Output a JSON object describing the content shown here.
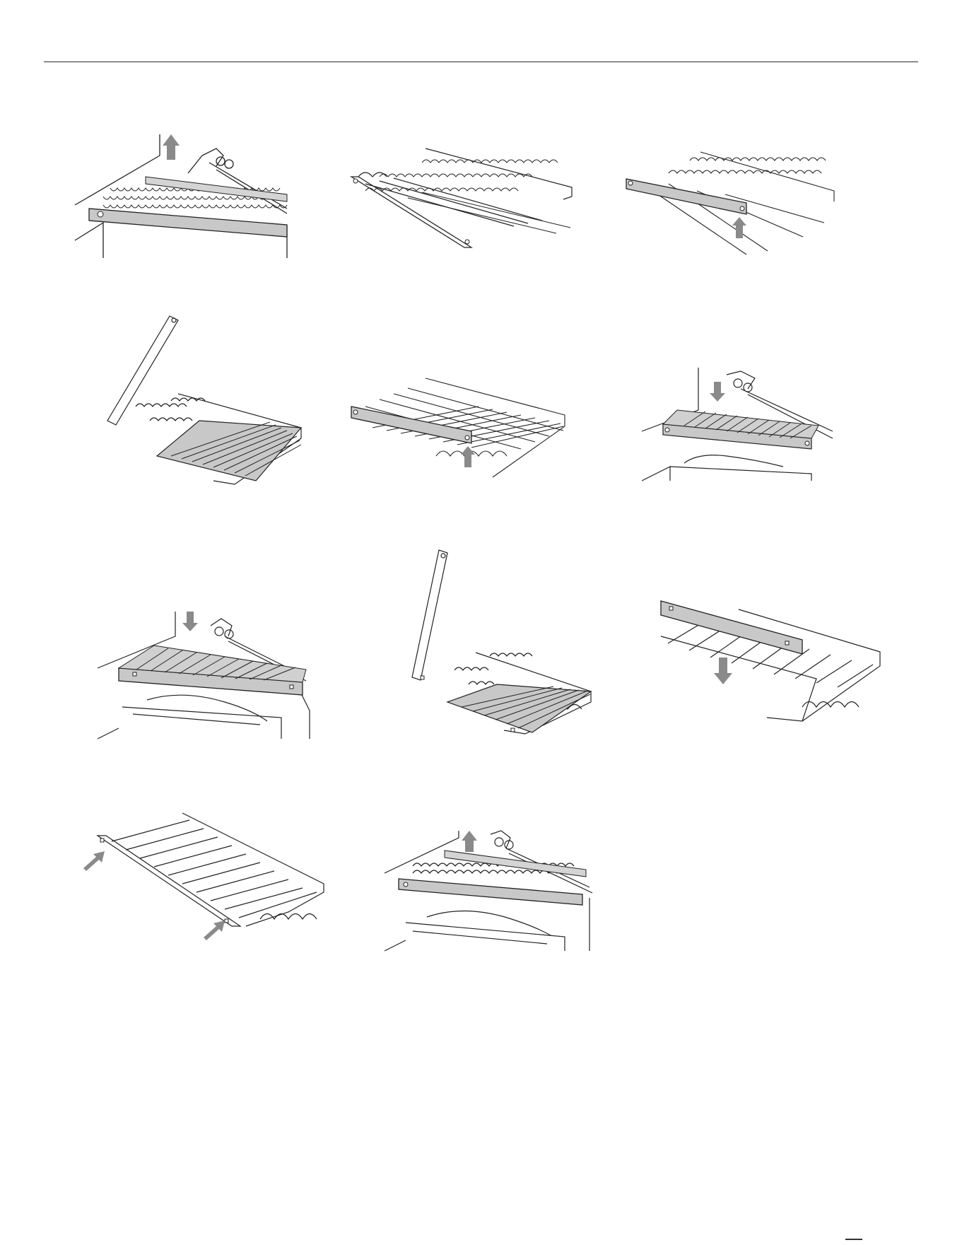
{
  "document": {
    "header_rule": true,
    "figures": [
      {
        "name": "lift-grate-from-grill",
        "arrow": "up"
      },
      {
        "name": "v-grate-assembly",
        "arrow": "none"
      },
      {
        "name": "remove-front-bar",
        "arrow": "up"
      },
      {
        "name": "pivot-arm-removal",
        "arrow": "none"
      },
      {
        "name": "flat-grate-with-bar",
        "arrow": "up"
      },
      {
        "name": "lower-flat-grate-into-grill",
        "arrow": "down"
      },
      {
        "name": "flat-grate-installed",
        "arrow": "down"
      },
      {
        "name": "pivot-arm-flat-grate",
        "arrow": "none"
      },
      {
        "name": "remove-bar-from-flat-grate",
        "arrow": "down"
      },
      {
        "name": "slide-flat-grate",
        "arrow": "push"
      },
      {
        "name": "v-grate-installed",
        "arrow": "up"
      }
    ]
  },
  "colors": {
    "line": "#222222",
    "bar_fill": "#c8c8c8",
    "arrow_fill": "#8a8a8a"
  }
}
